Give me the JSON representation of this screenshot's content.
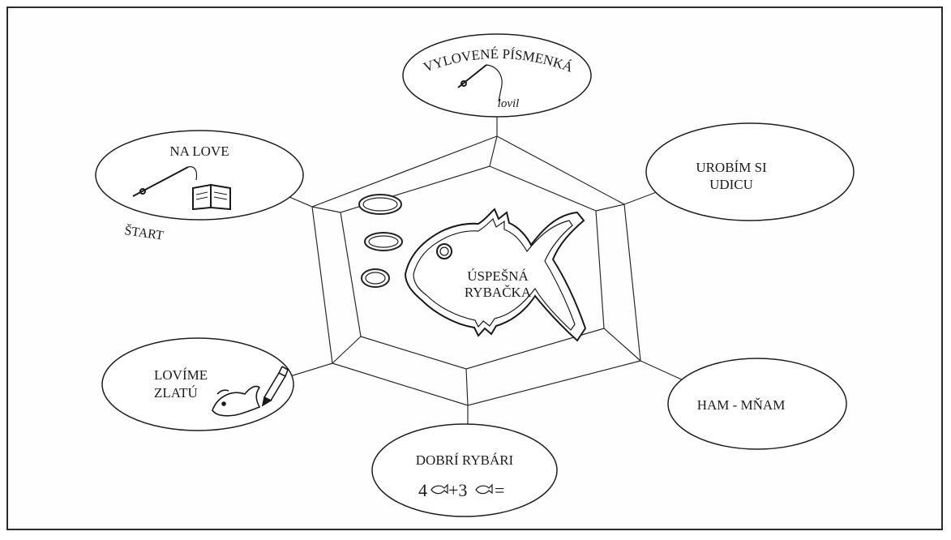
{
  "center": {
    "label_line1": "ÚSPEŠNÁ",
    "label_line2": "RYBAČKA"
  },
  "bubbles": [
    {
      "id": "top",
      "label": "VYLOVENÉ PÍSMENKÁ",
      "sublabel": "lovil"
    },
    {
      "id": "top-left",
      "label": "NA LOVE",
      "start": "ŠTART"
    },
    {
      "id": "top-right",
      "label_line1": "UROBÍM SI",
      "label_line2": "UDICU"
    },
    {
      "id": "bottom-left",
      "label_line1": "LOVÍME",
      "label_line2": "ZLATÚ"
    },
    {
      "id": "bottom-right",
      "label": "HAM - MŇAM"
    },
    {
      "id": "bottom",
      "label": "DOBRÍ RYBÁRI",
      "equation_a": "4",
      "equation_b": "+3",
      "equation_c": "="
    }
  ]
}
